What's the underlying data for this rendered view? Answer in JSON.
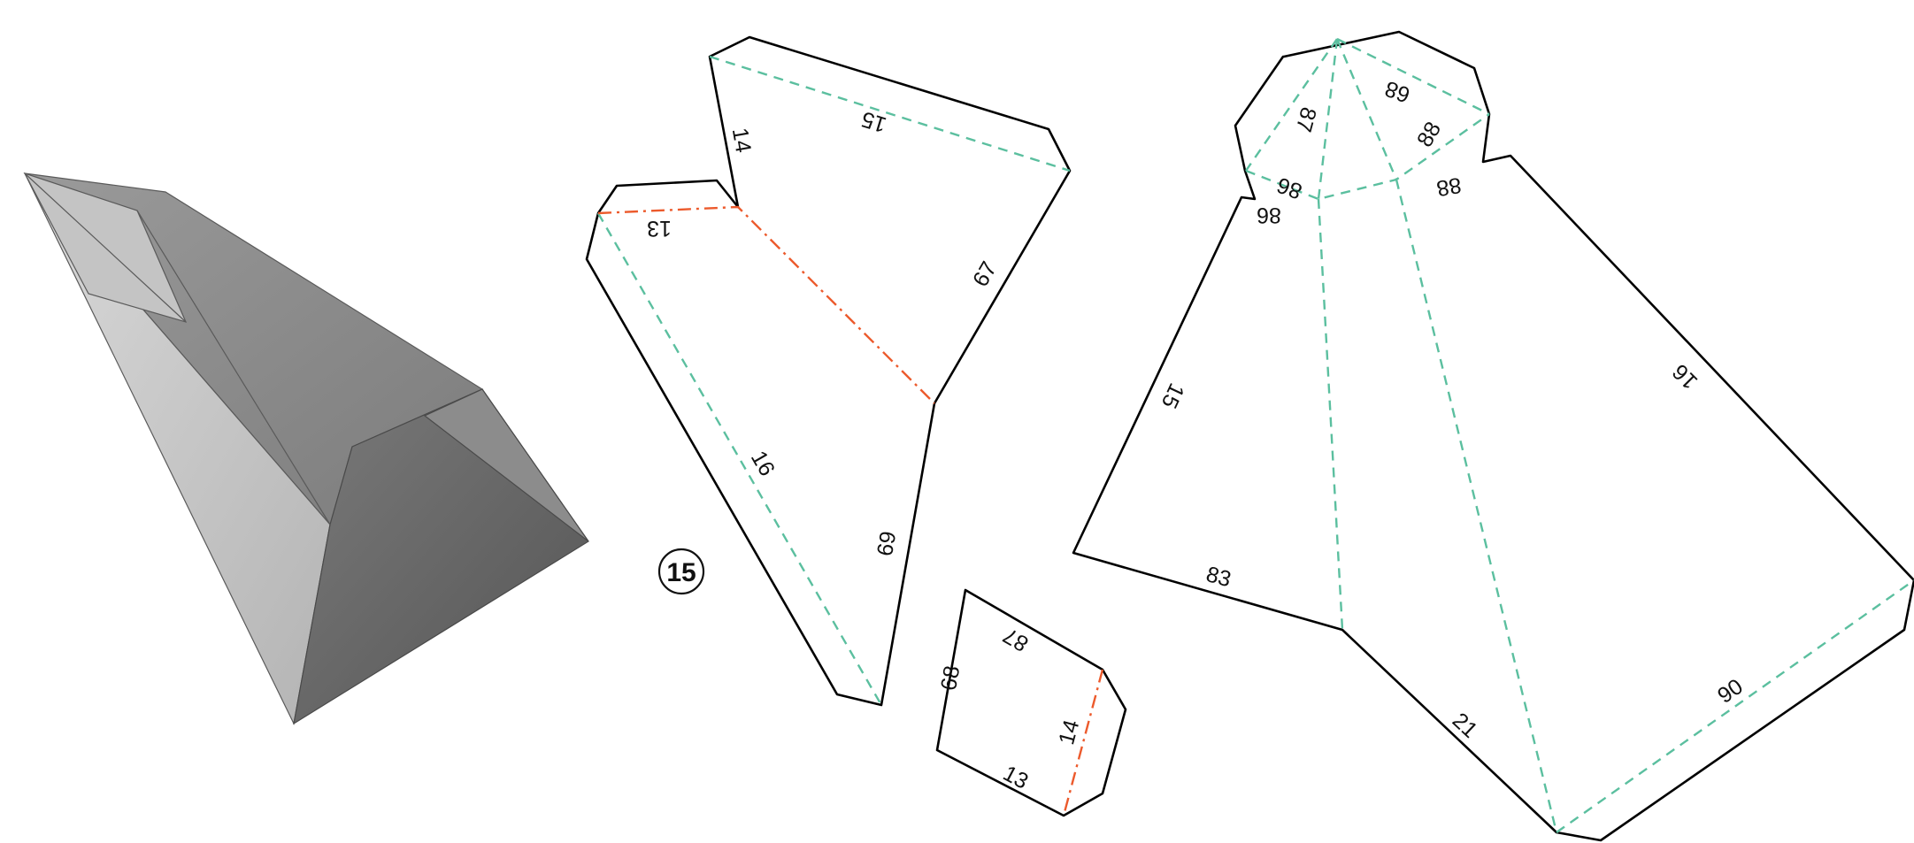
{
  "figure": {
    "piece_number": "15",
    "colors": {
      "cut_line": "#000000",
      "valley_fold": "#5bbf9f",
      "mountain_fold": "#ec5a2c",
      "model_light": "#c8c8c8",
      "model_dark": "#6b6b6b"
    },
    "net_a": {
      "labels": [
        "13",
        "14",
        "15",
        "16",
        "67",
        "69"
      ]
    },
    "net_b": {
      "labels": [
        "68",
        "87",
        "14",
        "13"
      ]
    },
    "net_c": {
      "labels": [
        "68",
        "87",
        "88",
        "86",
        "88",
        "86",
        "15",
        "16",
        "83",
        "21",
        "90"
      ]
    }
  }
}
